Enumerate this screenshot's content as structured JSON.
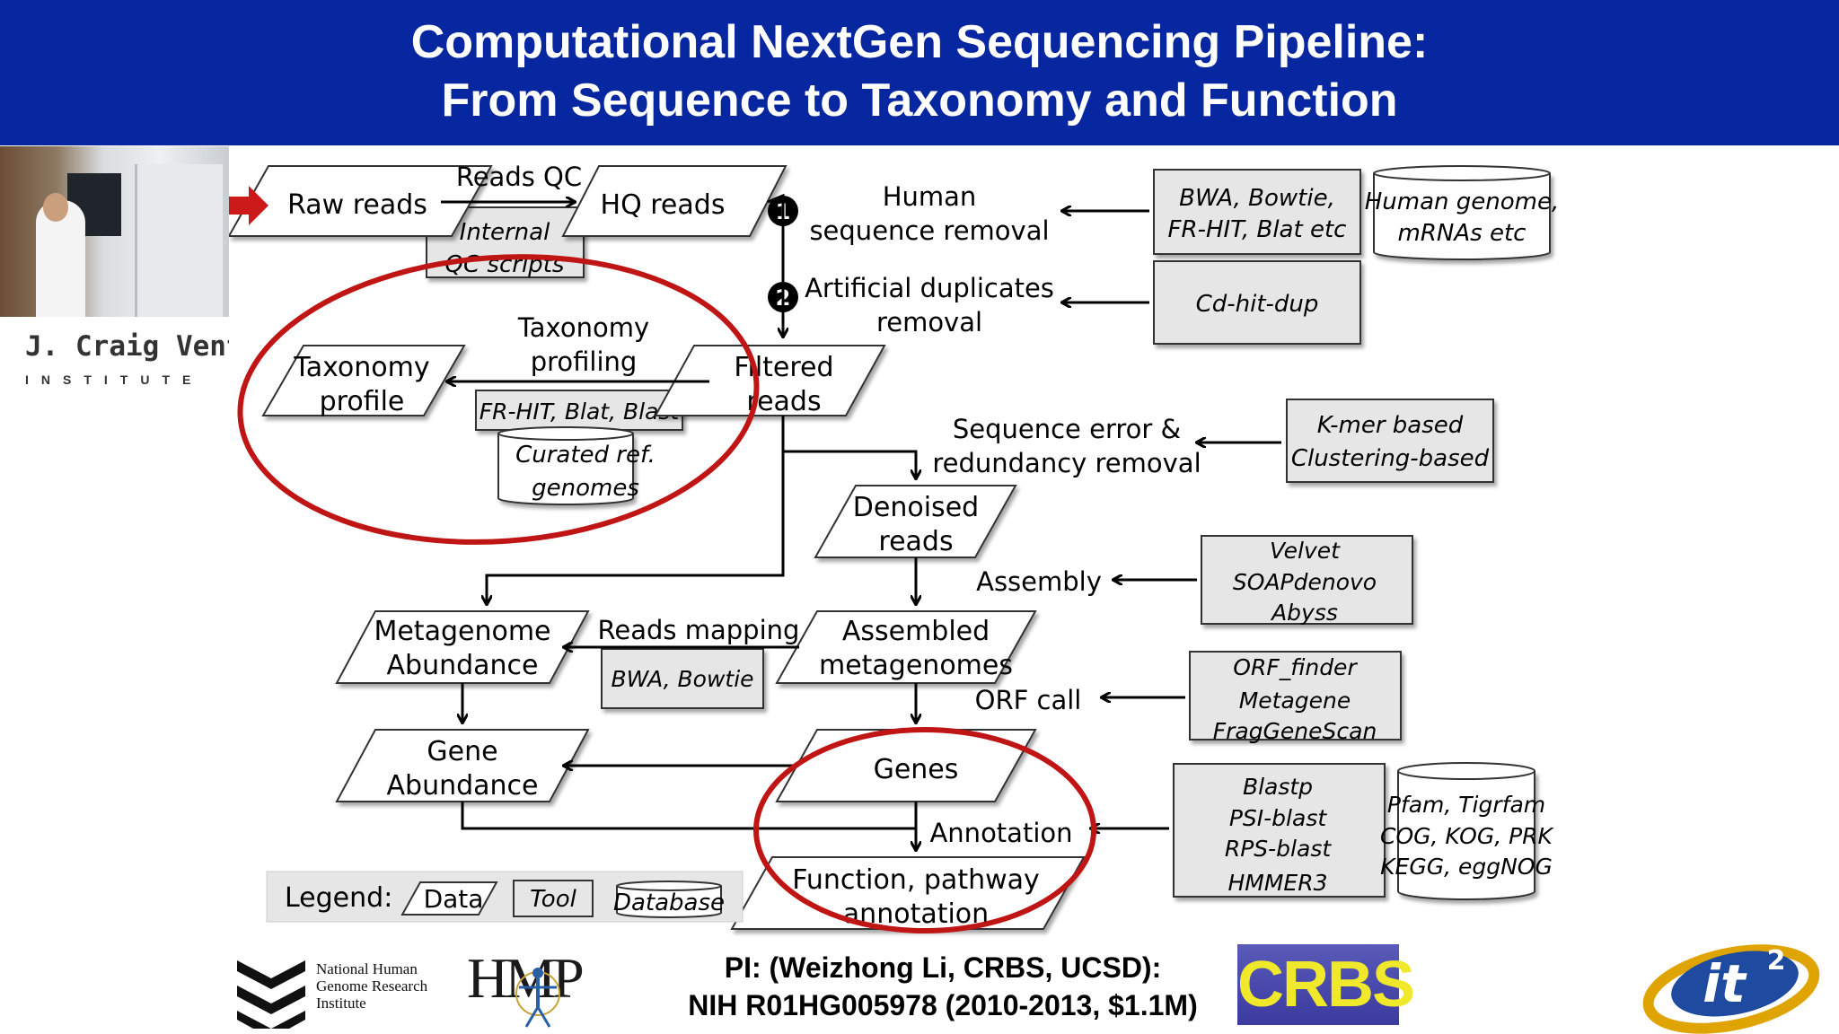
{
  "header": {
    "title_line1": "Computational NextGen Sequencing Pipeline:",
    "title_line2": "From Sequence to Taxonomy and Function"
  },
  "logo": {
    "jcvi_name": "J. Craig Venter",
    "jcvi_sub": "INSTITUTE",
    "tm": "™"
  },
  "diagram": {
    "data_nodes": {
      "raw_reads": "Raw reads",
      "hq_reads": "HQ reads",
      "filtered_reads_1": "Filtered",
      "filtered_reads_2": "reads",
      "taxonomy_profile_1": "Taxonomy",
      "taxonomy_profile_2": "profile",
      "denoised_1": "Denoised",
      "denoised_2": "reads",
      "metagenome_ab_1": "Metagenome",
      "metagenome_ab_2": "Abundance",
      "assembled_1": "Assembled",
      "assembled_2": "metagenomes",
      "gene_ab_1": "Gene",
      "gene_ab_2": "Abundance",
      "genes": "Genes",
      "function_1": "Function, pathway",
      "function_2": "annotation"
    },
    "steps": {
      "reads_qc": "Reads QC",
      "human_removal_1": "Human",
      "human_removal_2": "sequence removal",
      "dup_removal_1": "Artificial duplicates",
      "dup_removal_2": "removal",
      "tax_profiling_1": "Taxonomy",
      "tax_profiling_2": "profiling",
      "seq_error_1": "Sequence error &",
      "seq_error_2": "redundancy removal",
      "assembly": "Assembly",
      "reads_mapping": "Reads mapping",
      "orf_call": "ORF call",
      "annotation": "Annotation",
      "badge_1": "1",
      "badge_2": "2"
    },
    "tools": {
      "internal_qc_1": "Internal",
      "internal_qc_2": "QC scripts",
      "bwa_1": "BWA, Bowtie,",
      "bwa_2": "FR-HIT, Blat etc",
      "cdhit": "Cd-hit-dup",
      "frhit": "FR-HIT, Blat, Blast",
      "kmer_1": "K-mer based",
      "kmer_2": "Clustering-based",
      "velvet_1": "Velvet",
      "velvet_2": "SOAPdenovo",
      "velvet_3": "Abyss",
      "bwa_bowtie": "BWA, Bowtie",
      "orf_1": "ORF_finder",
      "orf_2": "Metagene",
      "orf_3": "FragGeneScan",
      "blastp_1": "Blastp",
      "blastp_2": "PSI-blast",
      "blastp_3": "RPS-blast",
      "blastp_4": "HMMER3"
    },
    "databases": {
      "human_1": "Human genome,",
      "human_2": "mRNAs etc",
      "curated_1": "Curated ref.",
      "curated_2": "genomes",
      "pfam_1": "Pfam, Tigrfam",
      "pfam_2": "COG, KOG, PRK",
      "pfam_3": "KEGG, eggNOG"
    },
    "legend": {
      "label": "Legend:",
      "data": "Data",
      "tool": "Tool",
      "database": "Database"
    },
    "colors": {
      "highlight_arrow": "#cc1a1a",
      "circle": "#c01515",
      "tool_fill": "#e6e6e6"
    }
  },
  "footer": {
    "pi_line1": "PI: (Weizhong Li, CRBS, UCSD):",
    "pi_line2": "NIH R01HG005978 (2010-2013, $1.1M)",
    "nhgri_1": "National Human",
    "nhgri_2": "Genome Research",
    "nhgri_3": "Institute",
    "hmp": "HMP",
    "crbs": "CRBS",
    "it2": "it",
    "it2_sup": "2"
  }
}
